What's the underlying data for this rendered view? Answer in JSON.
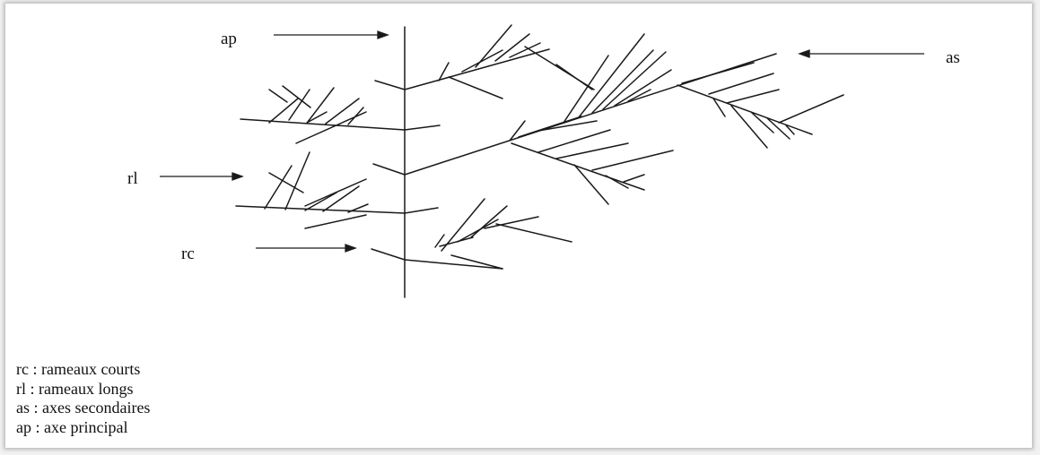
{
  "labels": {
    "ap": "ap",
    "as": "as",
    "rl": "rl",
    "rc": "rc"
  },
  "legend": [
    "rc : rameaux courts",
    "rl : rameaux longs",
    "as : axes secondaires",
    "ap : axe principal"
  ],
  "colors": {
    "stroke": "#1a1a1a",
    "background": "#ffffff"
  }
}
